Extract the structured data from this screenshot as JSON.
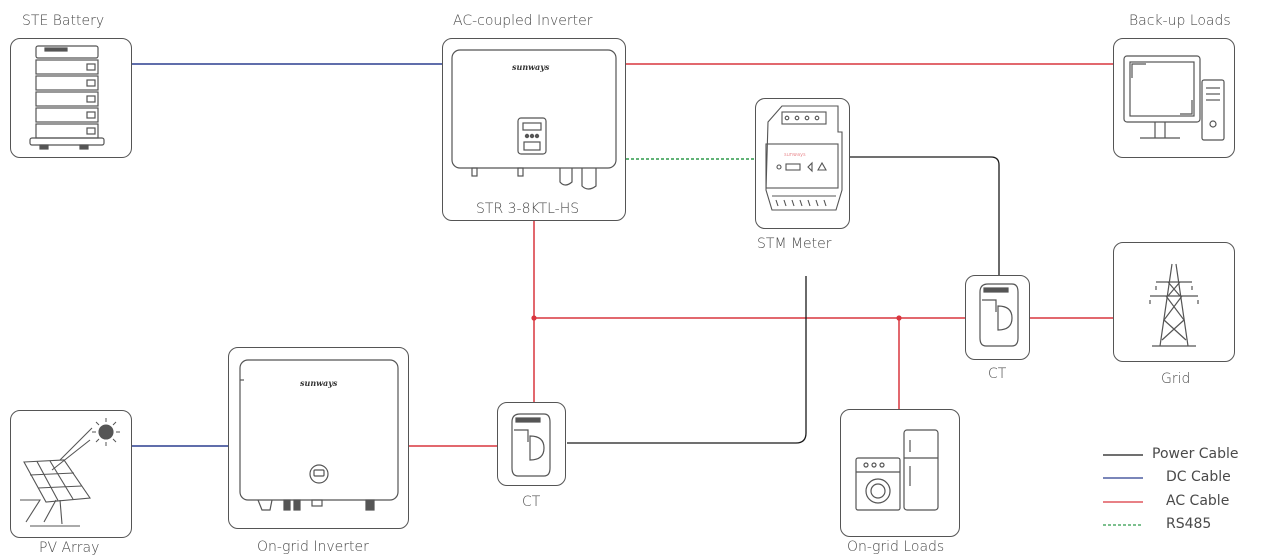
{
  "labels": {
    "ste_battery": "STE Battery",
    "ac_inverter_title": "AC-coupled Inverter",
    "ac_inverter_model": "STR 3-8KTL-HS",
    "backup_loads": "Back-up Loads",
    "stm_meter": "STM Meter",
    "grid": "Grid",
    "ct_grid": "CT",
    "ct_ongrid": "CT",
    "pv_array": "PV Array",
    "ongrid_inverter": "On-grid Inverter",
    "ongrid_loads": "On-grid Loads",
    "brand_ac": "sunways",
    "brand_ongrid": "sunways",
    "brand_meter": "sunways"
  },
  "legend": [
    {
      "label": "Power Cable",
      "color": "#1a1a1a",
      "style": "solid"
    },
    {
      "label": "DC Cable",
      "color": "#2b3f8f",
      "style": "solid"
    },
    {
      "label": "AC Cable",
      "color": "#d9363e",
      "style": "solid"
    },
    {
      "label": "RS485",
      "color": "#2e9a4a",
      "style": "dashed"
    }
  ],
  "colors": {
    "power": "#1a1a1a",
    "dc": "#2b3f8f",
    "ac": "#d9363e",
    "rs485": "#2e9a4a",
    "outline": "#555555"
  },
  "icons": {
    "battery": "battery-stack-icon",
    "inverter": "inverter-icon",
    "computer": "computer-icon",
    "meter": "meter-icon",
    "pylon": "power-pylon-icon",
    "ct": "ct-clamp-icon",
    "solar": "solar-panel-icon",
    "appliances": "appliances-icon"
  }
}
